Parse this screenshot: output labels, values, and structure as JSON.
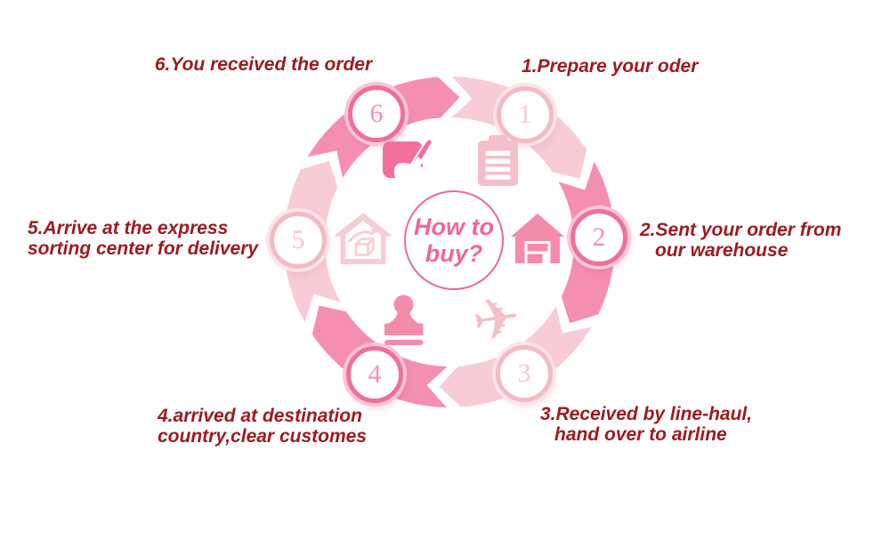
{
  "colors": {
    "background": "#ffffff",
    "label_text": "#9c1b20",
    "ring_medium": "#f48fb0",
    "ring_light": "#f8ccd4",
    "badge_medium_ring": "#ef6f9b",
    "badge_medium_number": "#f291b4",
    "badge_light_ring": "#f3bac5",
    "badge_light_number": "#f6cad2",
    "badge_halo_medium": "#f9c5d5",
    "badge_halo_light": "#fce4e8",
    "center_border": "#eb699d",
    "center_text": "#ef679b",
    "icon_bright": "#f2709b",
    "icon_medium": "#f38cab",
    "icon_light": "#f5bfca",
    "icon_pale": "#f8ccd4"
  },
  "center": {
    "line1": "How to",
    "line2": "buy?"
  },
  "icons": {
    "airplane_glyph": "✈"
  },
  "ring": {
    "direction": "clockwise",
    "segment_count": 6
  },
  "steps": [
    {
      "number": "1",
      "tone": "light",
      "icon": "order-list-icon",
      "label_line1": "1.Prepare your oder",
      "label_line2": ""
    },
    {
      "number": "2",
      "tone": "medium",
      "icon": "warehouse-icon",
      "label_line1": "2.Sent your order from",
      "label_line2": "our warehouse"
    },
    {
      "number": "3",
      "tone": "light",
      "icon": "airplane-icon",
      "label_line1": "3.Received by line-haul,",
      "label_line2": "hand over to airline"
    },
    {
      "number": "4",
      "tone": "medium",
      "icon": "stamp-icon",
      "label_line1": "4.arrived at destination",
      "label_line2": "country,clear customes"
    },
    {
      "number": "5",
      "tone": "light",
      "icon": "house-box-icon",
      "label_line1": "5.Arrive at the express",
      "label_line2": "sorting center for delivery"
    },
    {
      "number": "6",
      "tone": "medium",
      "icon": "hand-sign-icon",
      "label_line1": "6.You received the order",
      "label_line2": ""
    }
  ]
}
